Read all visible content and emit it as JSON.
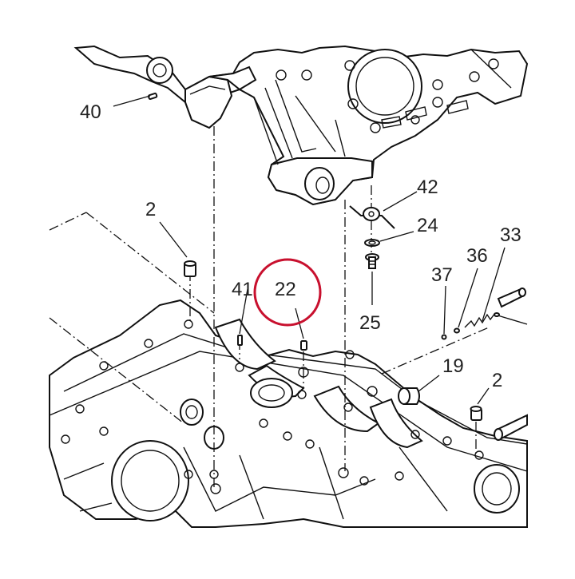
{
  "diagram": {
    "callouts": [
      {
        "id": "40",
        "label": "40"
      },
      {
        "id": "42",
        "label": "42"
      },
      {
        "id": "24",
        "label": "24"
      },
      {
        "id": "33",
        "label": "33"
      },
      {
        "id": "2a",
        "label": "2"
      },
      {
        "id": "36",
        "label": "36"
      },
      {
        "id": "37",
        "label": "37"
      },
      {
        "id": "41",
        "label": "41"
      },
      {
        "id": "22",
        "label": "22"
      },
      {
        "id": "25",
        "label": "25"
      },
      {
        "id": "19",
        "label": "19"
      },
      {
        "id": "2b",
        "label": "2"
      }
    ],
    "highlight": {
      "target": "22",
      "color": "#c8102e"
    },
    "colors": {
      "line": "#111111",
      "background": "#ffffff"
    }
  }
}
